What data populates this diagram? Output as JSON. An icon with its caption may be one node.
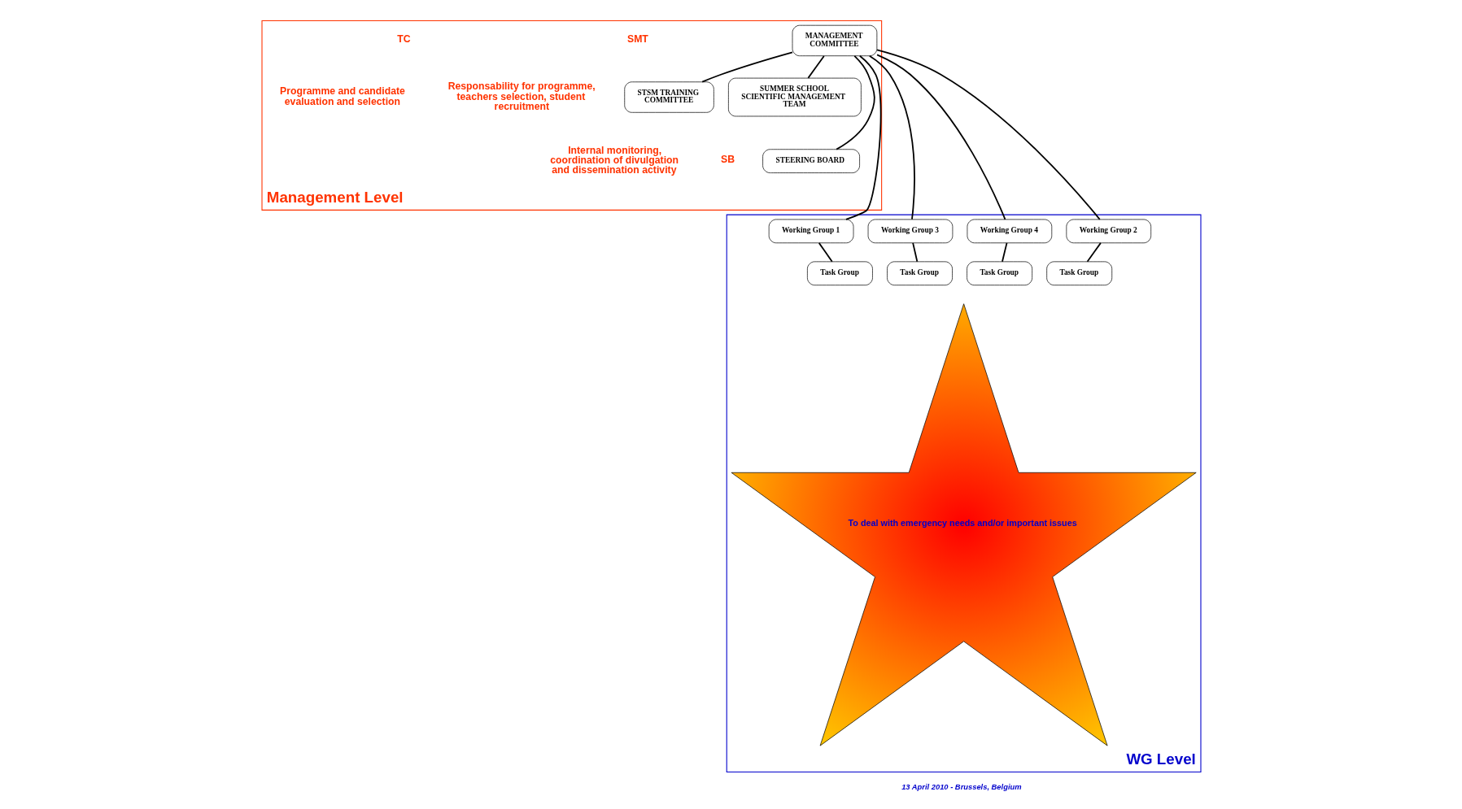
{
  "diagram": {
    "nodes": [
      {
        "text": [
          "Management Level"
        ]
      },
      {
        "text": [
          "MANAGEMENT COMMITTEE"
        ],
        "in": 0
      },
      {
        "text": [
          "STSM TRAINING COMMITTEE"
        ],
        "in": 0
      },
      {
        "text": [
          "SUMMER SCHOOL SCIENTIFIC MANAGEMENT TEAM"
        ],
        "in": 0
      },
      {
        "text": [
          "STEERING BOARD"
        ],
        "in": 0
      },
      {
        "text": [
          "WG Level"
        ]
      },
      {
        "text": [
          "Working Group 1"
        ],
        "in": 5
      },
      {
        "text": [
          "Working Group 2"
        ],
        "in": 5
      },
      {
        "text": [
          "Working Group 3"
        ],
        "in": 5
      },
      {
        "text": [
          "Working Group 4"
        ],
        "in": 5
      },
      {
        "text": [
          "Task Group"
        ],
        "in": 5
      },
      {
        "text": [
          "Task Group"
        ],
        "in": 5
      },
      {
        "text": [
          "Task Group"
        ],
        "in": 5
      },
      {
        "text": [
          "Task Group"
        ],
        "in": 5
      },
      {
        "text": [
          "To deal with emergency needs and/or important issues"
        ],
        "in": 5
      }
    ],
    "edges": [
      {
        "from": 1,
        "to": 2,
        "arrow": "none"
      },
      {
        "from": 1,
        "to": 3,
        "arrow": "none"
      },
      {
        "from": 1,
        "to": 4,
        "arrow": "none"
      },
      {
        "from": 1,
        "to": 6,
        "arrow": "none"
      },
      {
        "from": 1,
        "to": 7,
        "arrow": "none"
      },
      {
        "from": 1,
        "to": 8,
        "arrow": "none"
      },
      {
        "from": 1,
        "to": 9,
        "arrow": "none"
      },
      {
        "from": 6,
        "to": 10,
        "arrow": "none"
      },
      {
        "from": 7,
        "to": 11,
        "arrow": "none"
      },
      {
        "from": 8,
        "to": 12,
        "arrow": "none"
      },
      {
        "from": 9,
        "to": 13,
        "arrow": "none"
      }
    ],
    "labels": [
      "TC",
      "Programme and candidate evaluation and selection",
      "SB",
      "Internal monitoring, coordination of divulgation and dissemination activity",
      "SMT",
      "Responsability for programme, teachers selection, student recruitment",
      "13 April 2010 - Brussels, Belgium"
    ]
  }
}
